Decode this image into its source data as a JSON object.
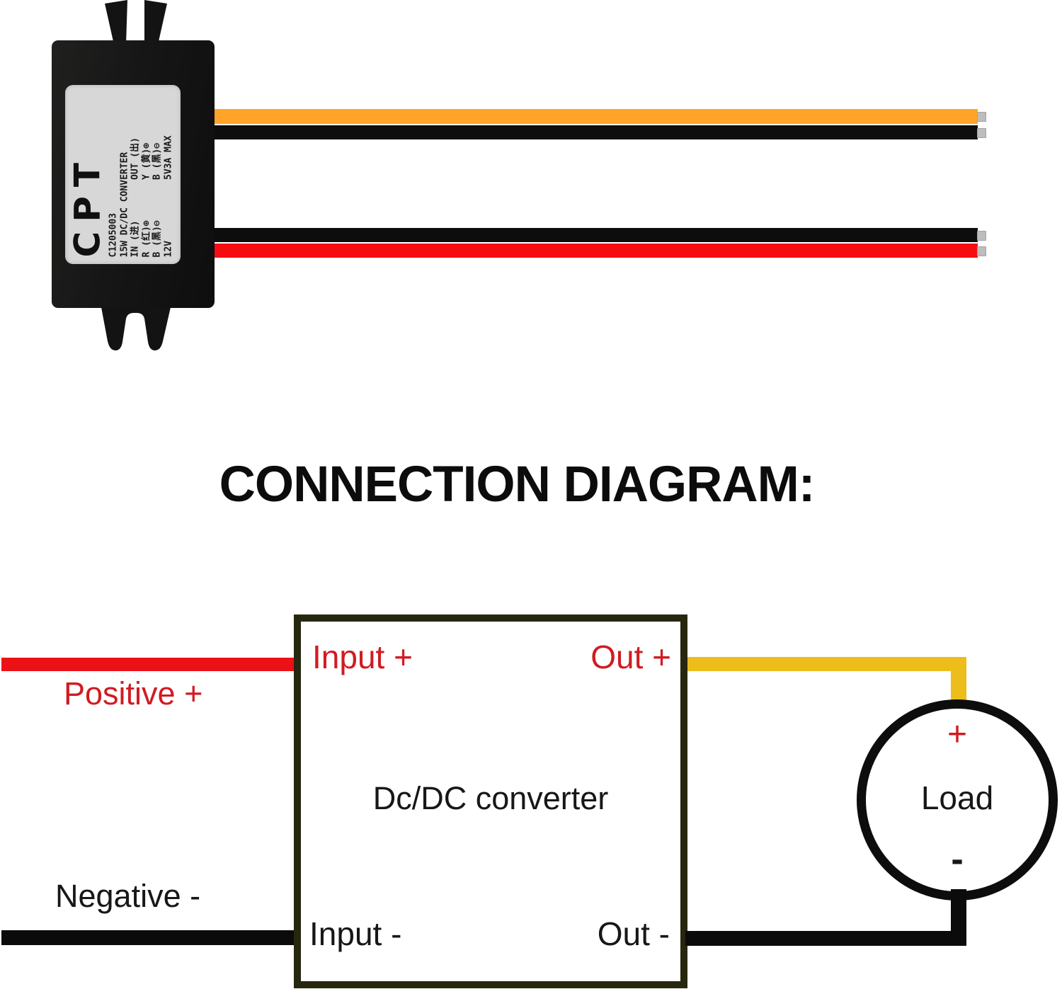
{
  "device": {
    "label": {
      "brand": "CPT",
      "model": "C1205003",
      "spec": "15W DC/DC CONVERTER",
      "row_io": {
        "left": "IN (进)",
        "right": "OUT (出)"
      },
      "row_red_yellow": {
        "left": "R (红)⊕",
        "right": "Y (黄)⊕"
      },
      "row_black_black": {
        "left": "B (黑)⊖",
        "right": "B (黑)⊖"
      },
      "row_ratings": {
        "left": "12V",
        "right": "5V3A MAX"
      }
    },
    "wire_colors": {
      "output_positive": "#FFA428",
      "output_negative": "#0D0D0D",
      "input_negative": "#0D0D0D",
      "input_positive": "#F50D12",
      "tinned_tip": "#BDBDBD"
    }
  },
  "title": "CONNECTION DIAGRAM:",
  "diagram": {
    "box": {
      "input_pos": "Input +",
      "out_pos": "Out +",
      "name": "Dc/DC converter",
      "input_neg": "Input -",
      "out_neg": "Out -"
    },
    "source_labels": {
      "positive": "Positive +",
      "negative": "Negative -"
    },
    "load": {
      "name": "Load",
      "plus": "+",
      "minus": "-"
    },
    "colors": {
      "red_wire": "#EC1117",
      "yellow_wire": "#ECBD1B",
      "black_wire": "#0B0B0B",
      "red_text": "#D11B22",
      "box_border": "#26270E"
    }
  }
}
